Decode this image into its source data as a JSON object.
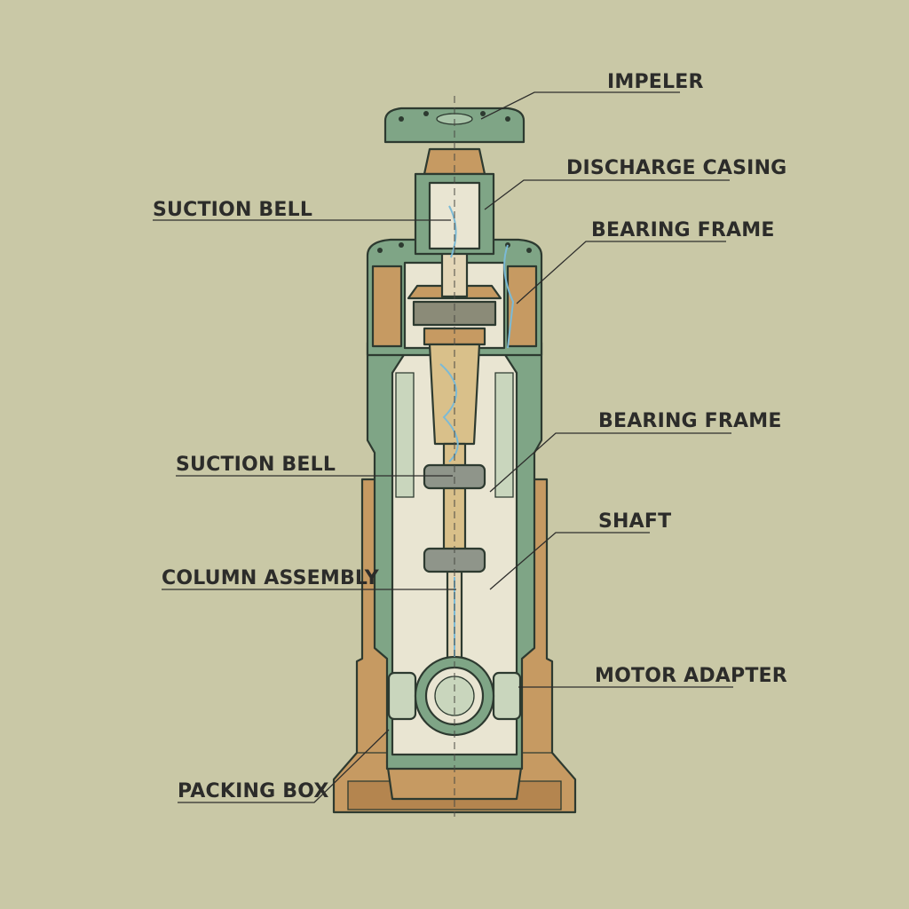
{
  "colors": {
    "background": "#c9c8a6",
    "casing_green": "#7fa586",
    "casing_green_light": "#a8c4a8",
    "bronze": "#c69a62",
    "bronze_dark": "#9c6d3e",
    "cream": "#e9e5d2",
    "water_blue": "#7bbad6",
    "label_ink": "#2c2c2a"
  },
  "labels": {
    "impeler": "IMPELER",
    "discharge_casing": "DISCHARGE CASING",
    "suction_bell_top": "SUCTION BELL",
    "bearing_frame_top": "BEARING FRAME",
    "bearing_frame_mid": "BEARING FRAME",
    "suction_bell_mid": "SUCTION BELL",
    "shaft": "SHAFT",
    "column_assembly": "COLUMN ASSEMBLY",
    "motor_adapter": "MOTOR ADAPTER",
    "packing_box": "PACKING BOX"
  }
}
